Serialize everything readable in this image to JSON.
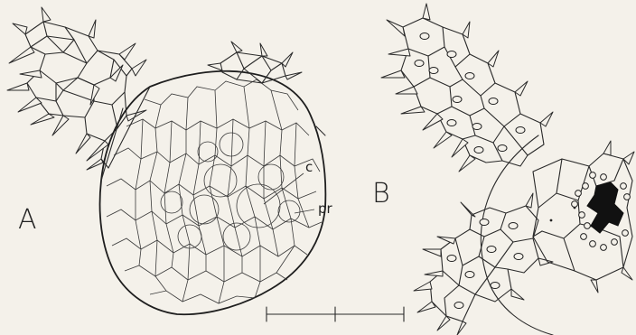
{
  "panels": [
    {
      "letter": "A"
    },
    {
      "letter": "B"
    }
  ],
  "labels": {
    "c": "c",
    "pr": "pr"
  },
  "scale_bar": {
    "segments": 2
  }
}
